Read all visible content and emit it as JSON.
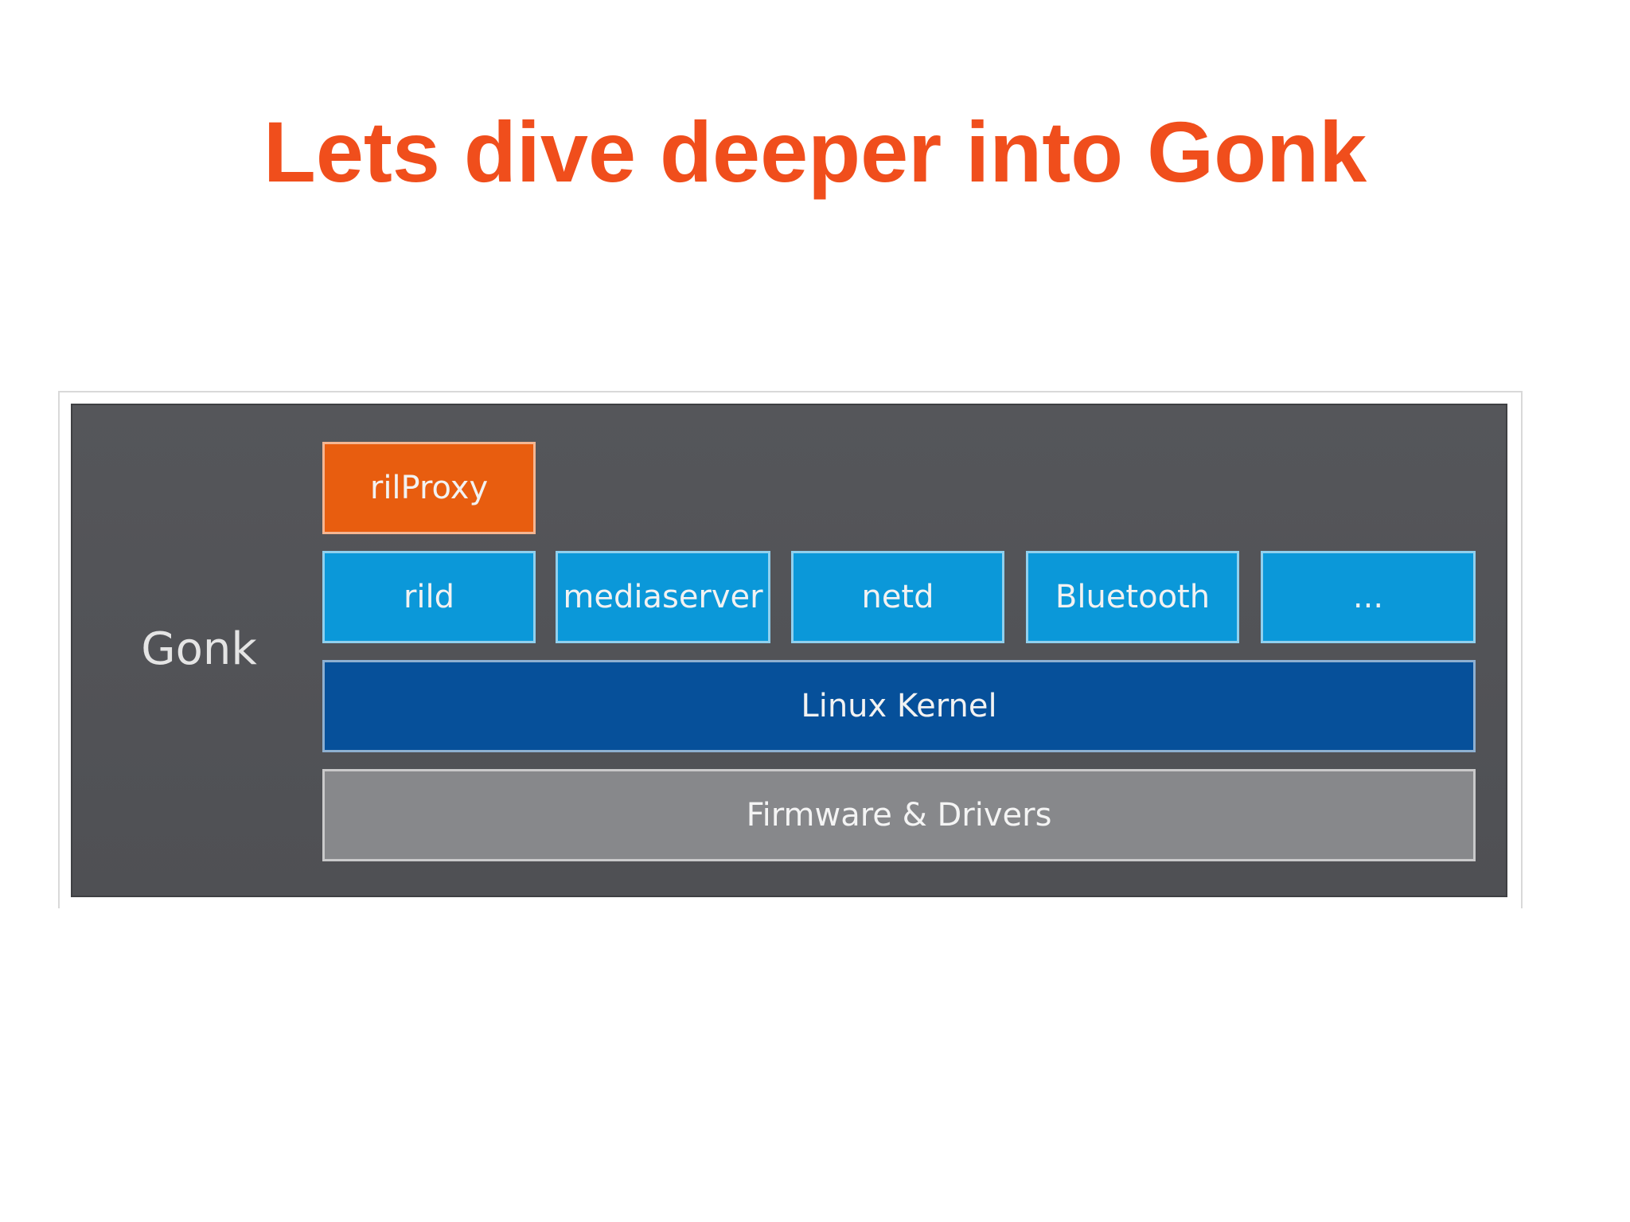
{
  "slide": {
    "title": "Lets dive deeper into Gonk"
  },
  "diagram": {
    "side_label": "Gonk",
    "proxy": "rilProxy",
    "daemons": [
      "rild",
      "mediaserver",
      "netd",
      "Bluetooth",
      "..."
    ],
    "kernel": "Linux Kernel",
    "firmware": "Firmware & Drivers"
  },
  "colors": {
    "title": "#f04e1c",
    "panel": "#525357",
    "proxy_block": "#e85d0f",
    "daemon_block": "#0b98d9",
    "kernel_block": "#06509a",
    "firmware_block": "#87888b"
  }
}
